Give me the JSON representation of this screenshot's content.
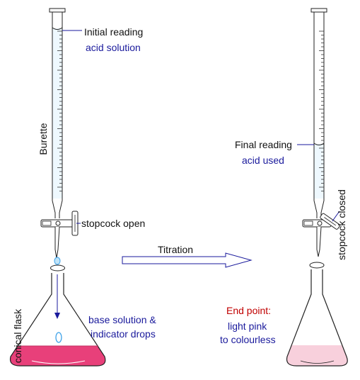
{
  "colors": {
    "outline": "#222222",
    "label_black": "#111111",
    "label_blue": "#1a1a9c",
    "label_red": "#c00000",
    "pink_solution": "#e8407a",
    "pale_pink_solution": "#f8d0dc",
    "acid_liquid": "#eef8fe",
    "drop_blue": "#3aa0e8"
  },
  "labels": {
    "initial_reading": "Initial reading",
    "acid_solution": "acid solution",
    "burette": "Burette",
    "stopcock_open": "stopcock open",
    "titration": "Titration",
    "conical_flask": "conical flask",
    "base_solution": "base solution &",
    "indicator_drops": "indicator drops",
    "final_reading": "Final reading",
    "acid_used": "acid used",
    "stopcock_closed": "stopcock closed",
    "end_point": "End point:",
    "light_pink": "light pink",
    "to_colourless": "to colourless"
  }
}
